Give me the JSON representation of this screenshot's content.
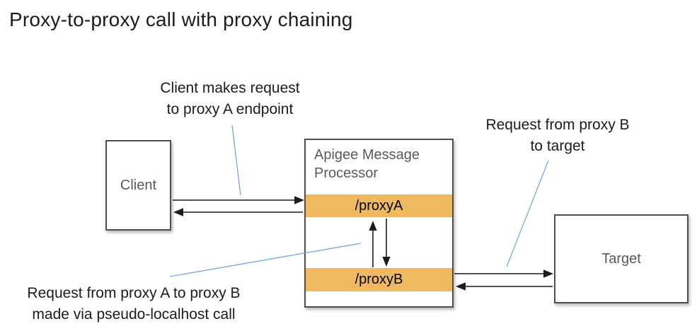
{
  "title": "Proxy-to-proxy call with proxy chaining",
  "annotations": {
    "client_request": {
      "lines": [
        "Client makes request",
        "to proxy A endpoint"
      ]
    },
    "proxyb_to_target": {
      "lines": [
        "Request from proxy B",
        "to target"
      ]
    },
    "proxya_to_proxyb": {
      "lines": [
        "Request from proxy A to proxy B",
        "made via pseudo-localhost call"
      ]
    }
  },
  "nodes": {
    "client": {
      "label": "Client"
    },
    "message_processor": {
      "label": "Apigee Message Processor",
      "endpoints": [
        {
          "label": "/proxyA"
        },
        {
          "label": "/proxyB"
        }
      ]
    },
    "target": {
      "label": "Target"
    }
  },
  "colors": {
    "bar_orange": "#EFB95F",
    "box_border": "#4E4E4E",
    "label_gray": "#5A5A5A",
    "annotation_line_blue": "#76A9DC",
    "arrow_black": "#1C1C1C",
    "text_black": "#1C1C1C"
  }
}
